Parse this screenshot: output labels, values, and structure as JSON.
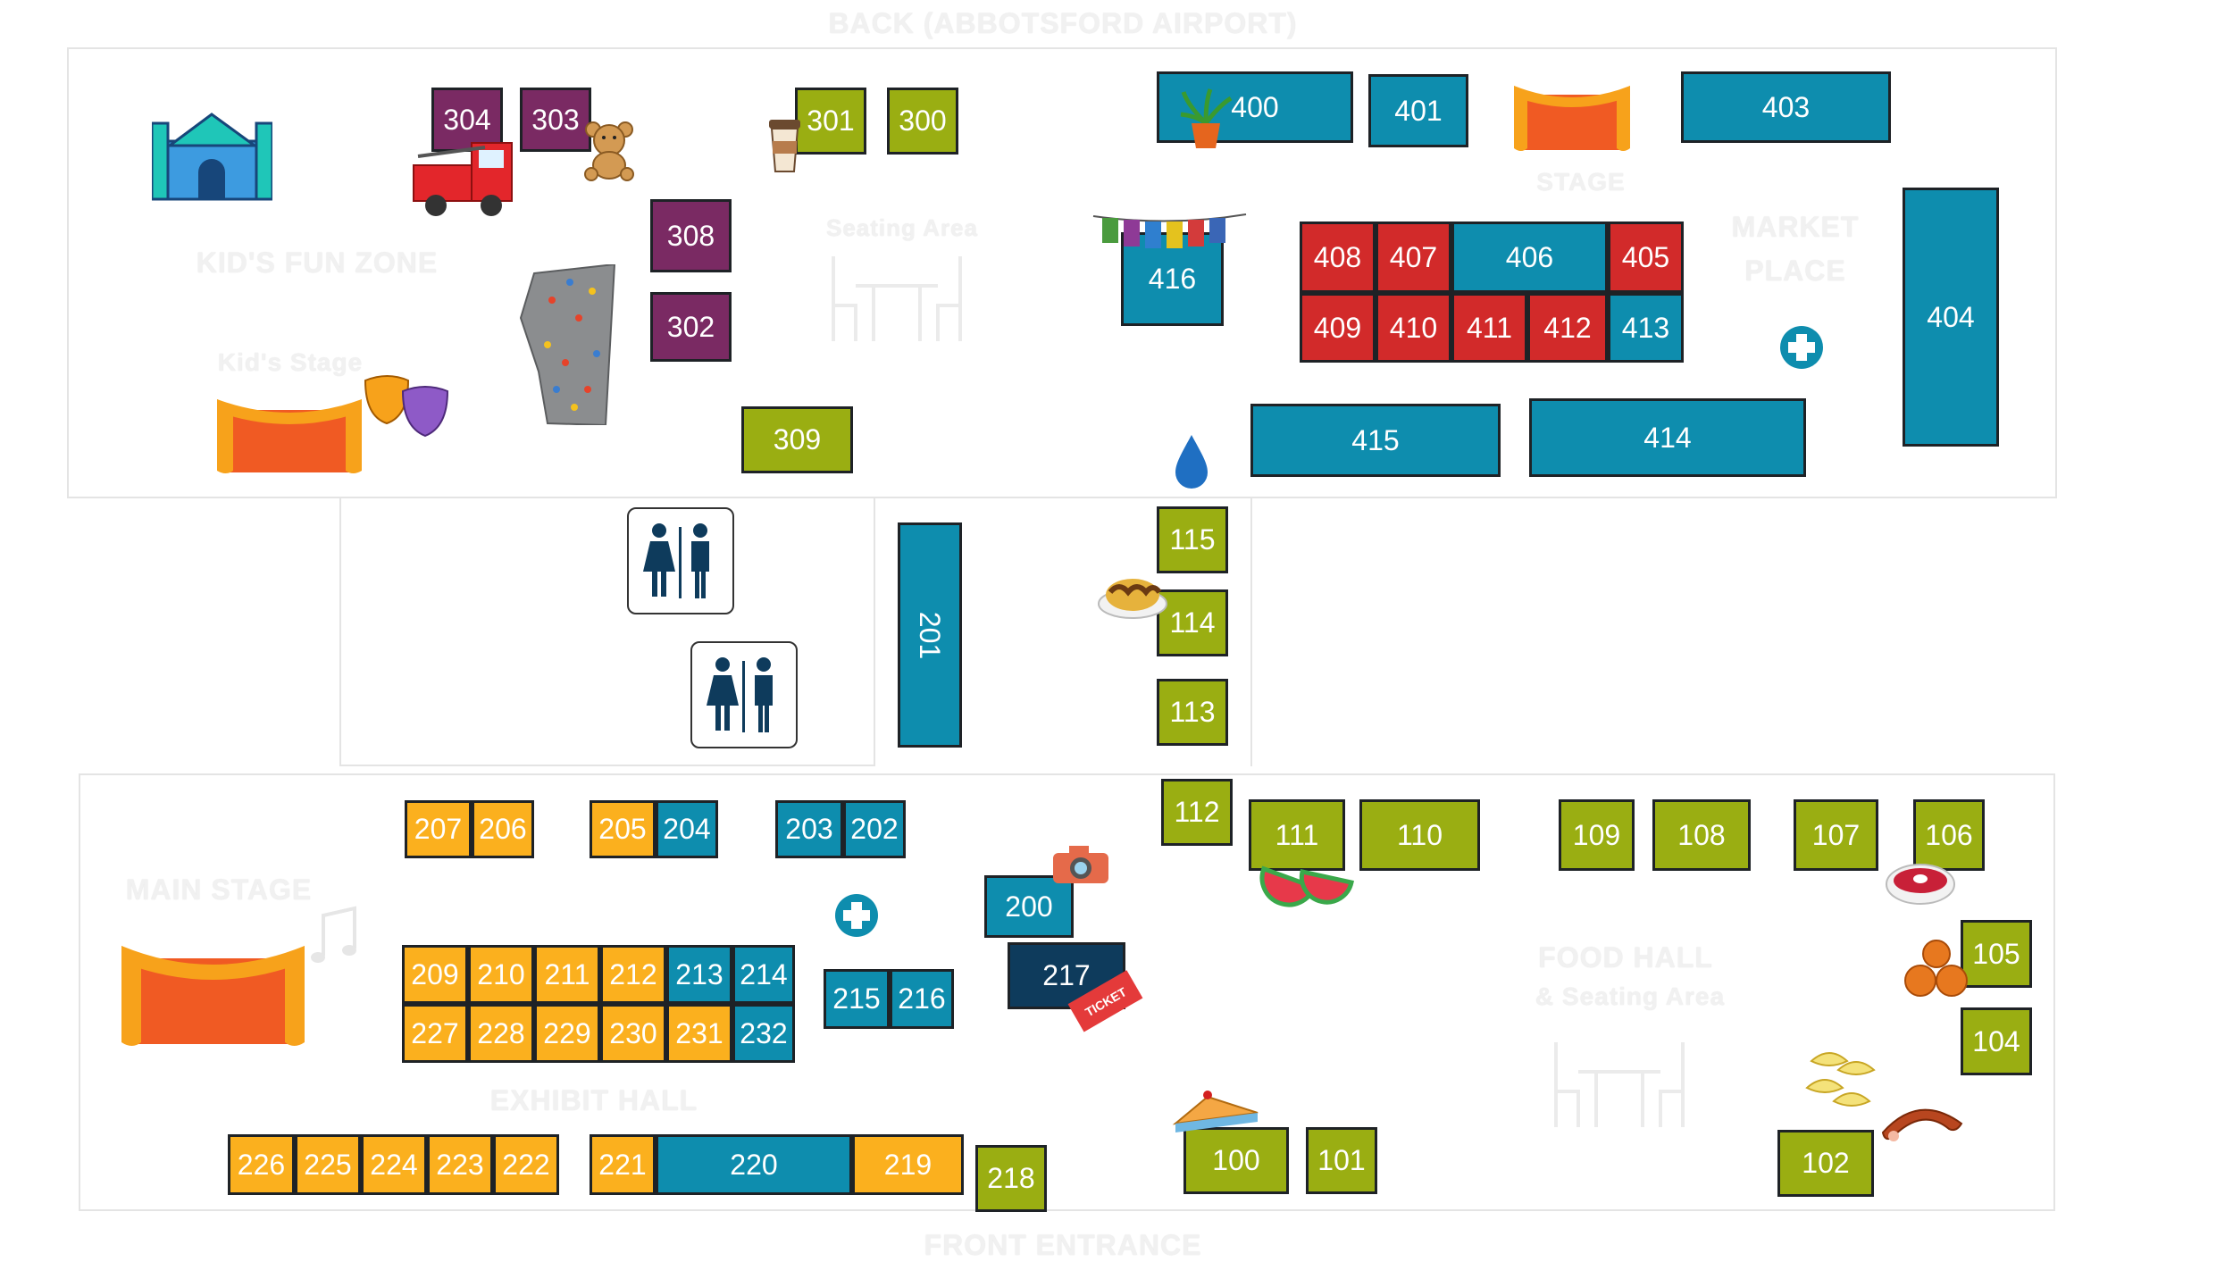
{
  "colors": {
    "green": "#9aae12",
    "teal": "#0e8dae",
    "purple": "#7a2a63",
    "red": "#d22a2a",
    "orange": "#fbb01e",
    "navy": "#0e3b5c"
  },
  "labels": {
    "back": "BACK (ABBOTSFORD AIRPORT)",
    "front": "FRONT ENTRANCE",
    "kids_zone": "KID'S FUN ZONE",
    "kids_stage": "Kid's Stage",
    "seating_area": "Seating Area",
    "stage": "STAGE",
    "market_place_1": "MARKET",
    "market_place_2": "PLACE",
    "main_stage": "MAIN STAGE",
    "exhibit_hall": "EXHIBIT HALL",
    "food_hall": "FOOD HALL",
    "food_hall_seating": "& Seating Area"
  },
  "booths": [
    {
      "id": "304",
      "color": "purple"
    },
    {
      "id": "303",
      "color": "purple"
    },
    {
      "id": "308",
      "color": "purple"
    },
    {
      "id": "302",
      "color": "purple"
    },
    {
      "id": "301",
      "color": "green"
    },
    {
      "id": "300",
      "color": "green"
    },
    {
      "id": "309",
      "color": "green"
    },
    {
      "id": "400",
      "color": "teal"
    },
    {
      "id": "401",
      "color": "teal"
    },
    {
      "id": "403",
      "color": "teal"
    },
    {
      "id": "404",
      "color": "teal"
    },
    {
      "id": "416",
      "color": "teal"
    },
    {
      "id": "408",
      "color": "red"
    },
    {
      "id": "407",
      "color": "red"
    },
    {
      "id": "406",
      "color": "teal"
    },
    {
      "id": "405",
      "color": "red"
    },
    {
      "id": "409",
      "color": "red"
    },
    {
      "id": "410",
      "color": "red"
    },
    {
      "id": "411",
      "color": "red"
    },
    {
      "id": "412",
      "color": "red"
    },
    {
      "id": "413",
      "color": "teal"
    },
    {
      "id": "415",
      "color": "teal"
    },
    {
      "id": "414",
      "color": "teal"
    },
    {
      "id": "201",
      "color": "teal"
    },
    {
      "id": "115",
      "color": "green"
    },
    {
      "id": "114",
      "color": "green"
    },
    {
      "id": "113",
      "color": "green"
    },
    {
      "id": "112",
      "color": "green"
    },
    {
      "id": "111",
      "color": "green"
    },
    {
      "id": "110",
      "color": "green"
    },
    {
      "id": "109",
      "color": "green"
    },
    {
      "id": "108",
      "color": "green"
    },
    {
      "id": "107",
      "color": "green"
    },
    {
      "id": "106",
      "color": "green"
    },
    {
      "id": "105",
      "color": "green"
    },
    {
      "id": "104",
      "color": "green"
    },
    {
      "id": "102",
      "color": "green"
    },
    {
      "id": "101",
      "color": "green"
    },
    {
      "id": "100",
      "color": "green"
    },
    {
      "id": "207",
      "color": "orange"
    },
    {
      "id": "206",
      "color": "orange"
    },
    {
      "id": "205",
      "color": "orange"
    },
    {
      "id": "204",
      "color": "teal"
    },
    {
      "id": "203",
      "color": "teal"
    },
    {
      "id": "202",
      "color": "teal"
    },
    {
      "id": "200",
      "color": "teal"
    },
    {
      "id": "217",
      "color": "navy"
    },
    {
      "id": "209",
      "color": "orange"
    },
    {
      "id": "210",
      "color": "orange"
    },
    {
      "id": "211",
      "color": "orange"
    },
    {
      "id": "212",
      "color": "orange"
    },
    {
      "id": "213",
      "color": "teal"
    },
    {
      "id": "214",
      "color": "teal"
    },
    {
      "id": "227",
      "color": "orange"
    },
    {
      "id": "228",
      "color": "orange"
    },
    {
      "id": "229",
      "color": "orange"
    },
    {
      "id": "230",
      "color": "orange"
    },
    {
      "id": "231",
      "color": "orange"
    },
    {
      "id": "232",
      "color": "teal"
    },
    {
      "id": "215",
      "color": "teal"
    },
    {
      "id": "216",
      "color": "teal"
    },
    {
      "id": "226",
      "color": "orange"
    },
    {
      "id": "225",
      "color": "orange"
    },
    {
      "id": "224",
      "color": "orange"
    },
    {
      "id": "223",
      "color": "orange"
    },
    {
      "id": "222",
      "color": "orange"
    },
    {
      "id": "221",
      "color": "orange"
    },
    {
      "id": "220",
      "color": "teal"
    },
    {
      "id": "219",
      "color": "orange"
    },
    {
      "id": "218",
      "color": "green"
    }
  ],
  "icons": [
    "bouncy-castle-icon",
    "fire-truck-icon",
    "teddy-bear-icon",
    "coffee-cup-icon",
    "climbing-wall-icon",
    "theater-masks-icon",
    "kids-stage-icon",
    "seating-table-icon",
    "plant-icon",
    "bunting-icon",
    "stage-icon",
    "first-aid-icon",
    "water-drop-icon",
    "restroom-icon",
    "poutine-icon",
    "camera-icon",
    "ticket-icon",
    "watermelon-icon",
    "borscht-icon",
    "donuts-icon",
    "perogies-icon",
    "sausage-icon",
    "pie-icon",
    "main-stage-icon",
    "music-notes-icon"
  ]
}
